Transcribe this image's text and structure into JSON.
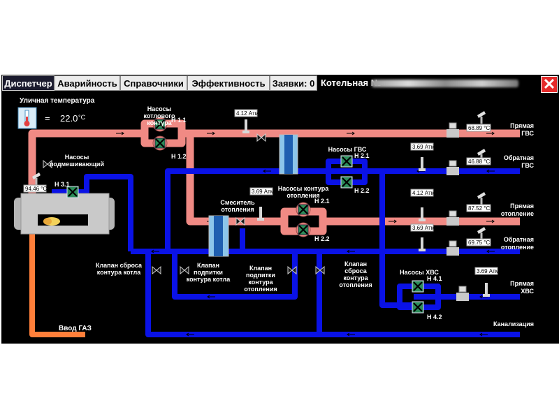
{
  "tabs": [
    "Диспетчер",
    "Аварийность",
    "Справочники",
    "Эффективность",
    "Заявки: 0"
  ],
  "station_title": "Котельная №",
  "close_glyph": "✕",
  "outdoor": {
    "label": "Уличная температура",
    "equals": "=",
    "value": "22.0",
    "unit": "°C",
    "icon": "thermometer-icon"
  },
  "groups": {
    "boiler_pumps": "Насосы котлового контура",
    "mixing_pumps": "Насосы подмешивающий",
    "dhw_pumps": "Насосы ГВС",
    "heating_pumps": "Насосы контура отопления",
    "cold_pumps": "Насосы ХВС",
    "mixer": "Смеситель отопления",
    "valve_boiler_reset": "Клапан сброса контура котла",
    "valve_boiler_makeup": "Клапан подпитки контура котла",
    "valve_heating_makeup": "Клапан подпитки контура отопления",
    "valve_heating_reset": "Клапан сброса контура отопления",
    "gas_input": "Ввод ГАЗ",
    "sewer": "Канализация"
  },
  "pumps": {
    "h11": "Н 1.1",
    "h12": "Н 1.2",
    "h31": "Н 3.1",
    "h21a": "Н 2.1",
    "h22a": "Н 2.2",
    "h21b": "Н 2.1",
    "h22b": "Н 2.2",
    "h41": "Н 4.1",
    "h42": "Н 4.2"
  },
  "readings": {
    "boiler_out_temp": "94.46 °C",
    "pressure_boiler": "4.12 Атм",
    "pressure_dhw": "3.69 Атм",
    "pressure_mixer": "3.69 Атм",
    "pressure_heating_out": "4.12 Атм",
    "pressure_heating_ret": "3.69 Атм",
    "pressure_cold": "3.69 Атм",
    "temp_dhw_supply": "68.89 °C",
    "temp_dhw_return": "46.88 °C",
    "temp_heating_supply": "87.52 °C",
    "temp_heating_return": "69.75 °C"
  },
  "pipes": {
    "dhw_supply": [
      "Прямая",
      "ГВС"
    ],
    "dhw_return": [
      "Обратная",
      "ГВС"
    ],
    "heat_supply": [
      "Прямая",
      "отопление"
    ],
    "heat_return": [
      "Обратная",
      "отопление"
    ],
    "cold_supply": [
      "Прямая",
      "ХВС"
    ]
  },
  "colors": {
    "hot": "#f08a84",
    "cold": "#0a12e6",
    "gas": "#ff7f3a",
    "boiler": "#cfcfcf",
    "hex": "#1f8ad0",
    "pump": "#2c8c5a"
  }
}
